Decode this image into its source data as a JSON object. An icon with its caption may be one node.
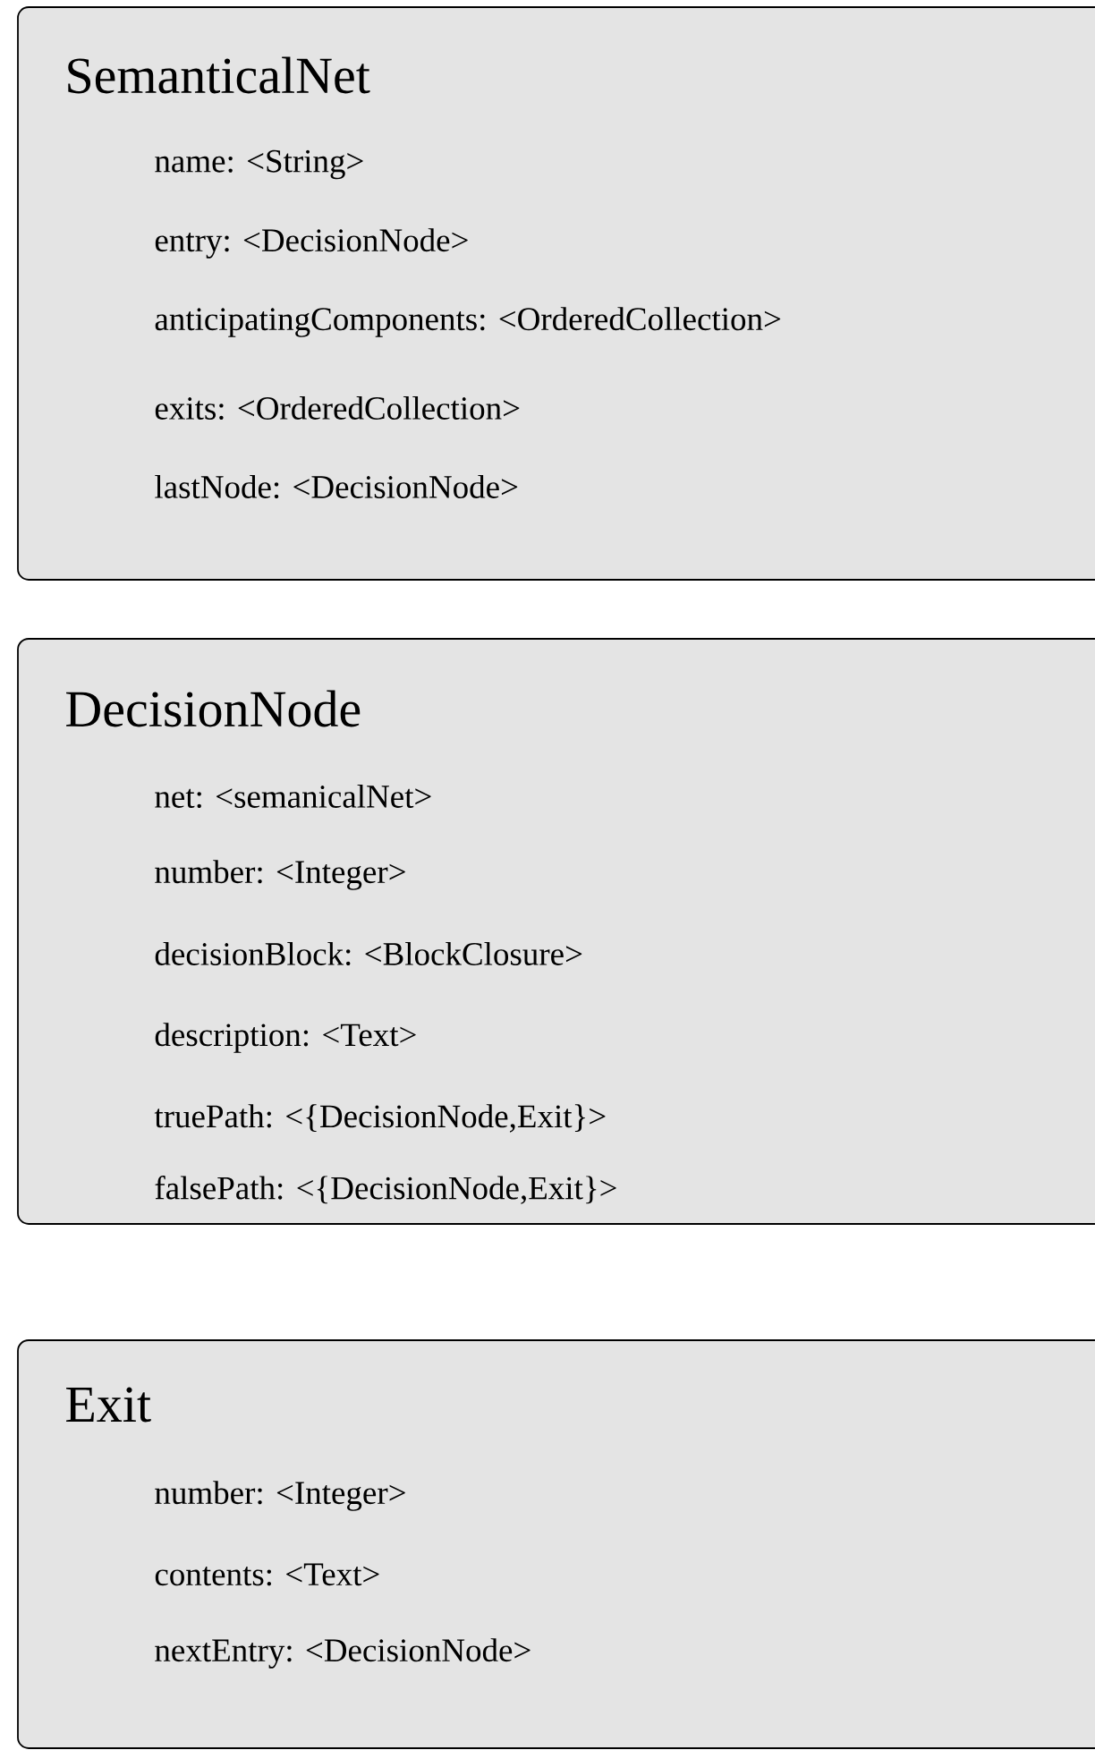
{
  "diagram": {
    "nodes": [
      {
        "text": [
          "SemanticalNet",
          "name: <String>",
          "entry: <DecisionNode>",
          "anticipatingComponents: <OrderedCollection>",
          "exits: <OrderedCollection>",
          "lastNode: <DecisionNode>"
        ]
      },
      {
        "text": [
          "DecisionNode",
          "net: <semanicalNet>",
          "number: <Integer>",
          "decisionBlock: <BlockClosure>",
          "description: <Text>",
          "truePath: <{DecisionNode,Exit}>",
          "falsePath: <{DecisionNode,Exit}>"
        ]
      },
      {
        "text": [
          "Exit",
          "number: <Integer>",
          "contents: <Text>",
          "nextEntry: <DecisionNode>"
        ]
      }
    ]
  }
}
